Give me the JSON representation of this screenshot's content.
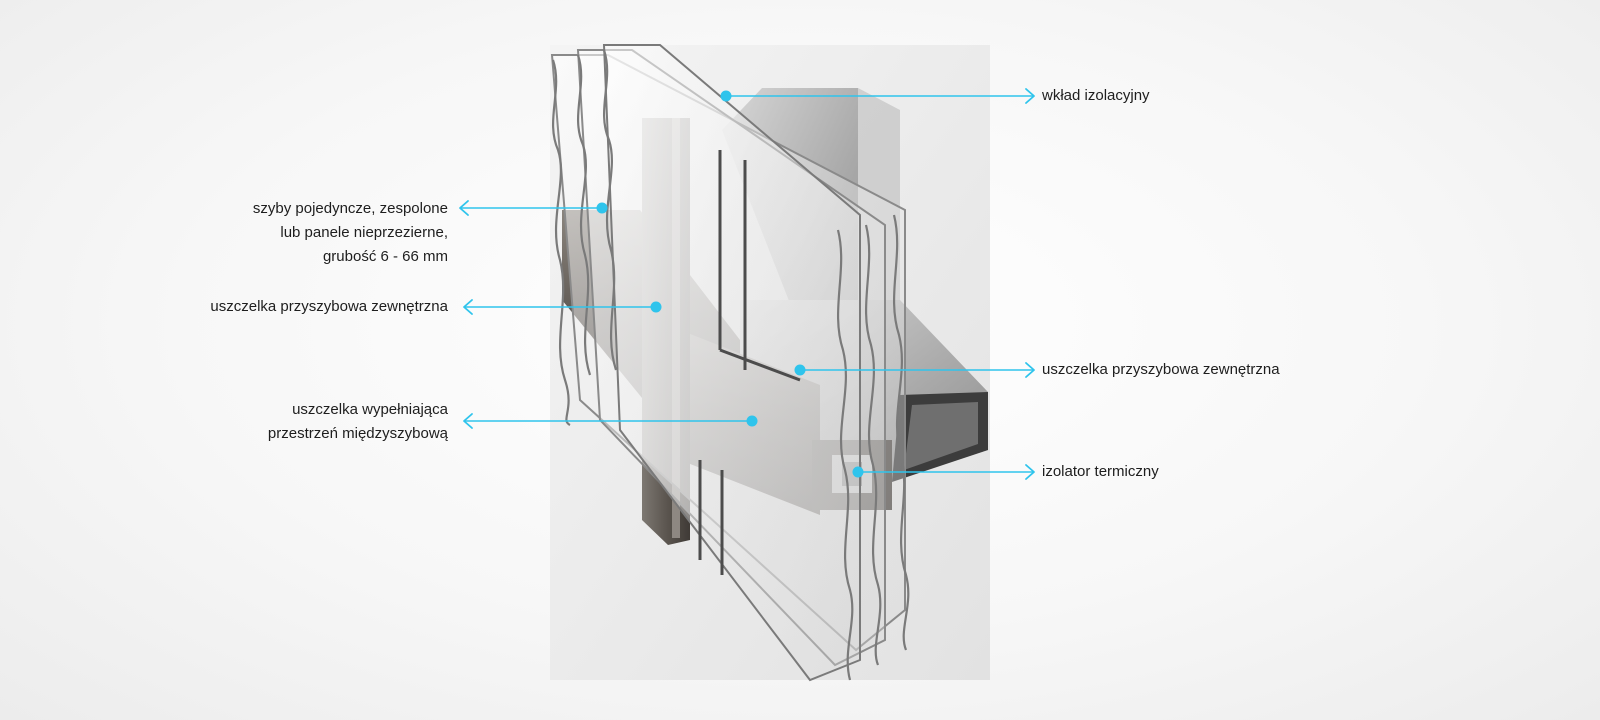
{
  "colors": {
    "callout": "#2fc4ec",
    "text": "#1e1e1e",
    "glass_edge": "#7a7a7a",
    "aluminium": "#5a544f"
  },
  "callouts": {
    "insulation_insert": {
      "lines": [
        "wkład izolacyjny"
      ]
    },
    "glazing": {
      "lines": [
        "szyby pojedyncze, zespolone",
        "lub panele nieprzezierne,",
        "grubość 6 - 66 mm"
      ]
    },
    "outer_gasket_left": {
      "lines": [
        "uszczelka przyszybowa zewnętrzna"
      ]
    },
    "filling_gasket": {
      "lines": [
        "uszczelka wypełniająca",
        "przestrzeń międzyszybową"
      ]
    },
    "outer_gasket_right": {
      "lines": [
        "uszczelka przyszybowa zewnętrzna"
      ]
    },
    "thermal_insulator": {
      "lines": [
        "izolator termiczny"
      ]
    }
  }
}
